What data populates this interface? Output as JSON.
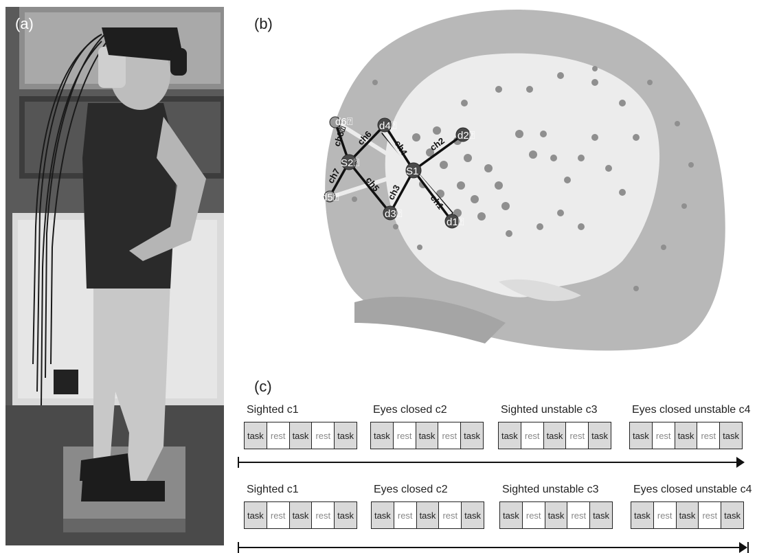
{
  "panels": {
    "a": "(a)",
    "b": "(b)",
    "c": "(c)"
  },
  "montage": {
    "sources": [
      "S1",
      "S2⍰"
    ],
    "detectors": [
      "d1⍰",
      "d2⍰",
      "d3⍰",
      "d4⍰",
      "d5⍰",
      "d6⍰"
    ],
    "channels": [
      "ch1",
      "ch2",
      "ch3",
      "ch4",
      "ch5",
      "ch6",
      "ch7",
      "ch8⍰"
    ]
  },
  "protocol": {
    "rows": [
      {
        "conditions": [
          {
            "title": "Sighted c1",
            "cells": [
              "task",
              "rest",
              "task",
              "rest",
              "task"
            ]
          },
          {
            "title": "Eyes closed c2",
            "cells": [
              "task",
              "rest",
              "task",
              "rest",
              "task"
            ]
          },
          {
            "title": "Sighted unstable c3",
            "cells": [
              "task",
              "rest",
              "task",
              "rest",
              "task"
            ]
          },
          {
            "title": "Eyes closed unstable c4",
            "cells": [
              "task",
              "rest",
              "task",
              "rest",
              "task"
            ]
          }
        ]
      },
      {
        "conditions": [
          {
            "title": "Sighted c1",
            "cells": [
              "task",
              "rest",
              "task",
              "rest",
              "task"
            ]
          },
          {
            "title": "Eyes closed c2",
            "cells": [
              "task",
              "rest",
              "task",
              "rest",
              "task"
            ]
          },
          {
            "title": "Sighted unstable c3",
            "cells": [
              "task",
              "rest",
              "task",
              "rest",
              "task"
            ]
          },
          {
            "title": "Eyes closed unstable c4",
            "cells": [
              "task",
              "rest",
              "task",
              "rest",
              "task"
            ]
          }
        ]
      }
    ]
  },
  "colors": {
    "task_fill": "#d9d9d9",
    "rest_fill": "#ffffff",
    "head": "#b8b8b8",
    "brain": "#f0f0f0"
  }
}
